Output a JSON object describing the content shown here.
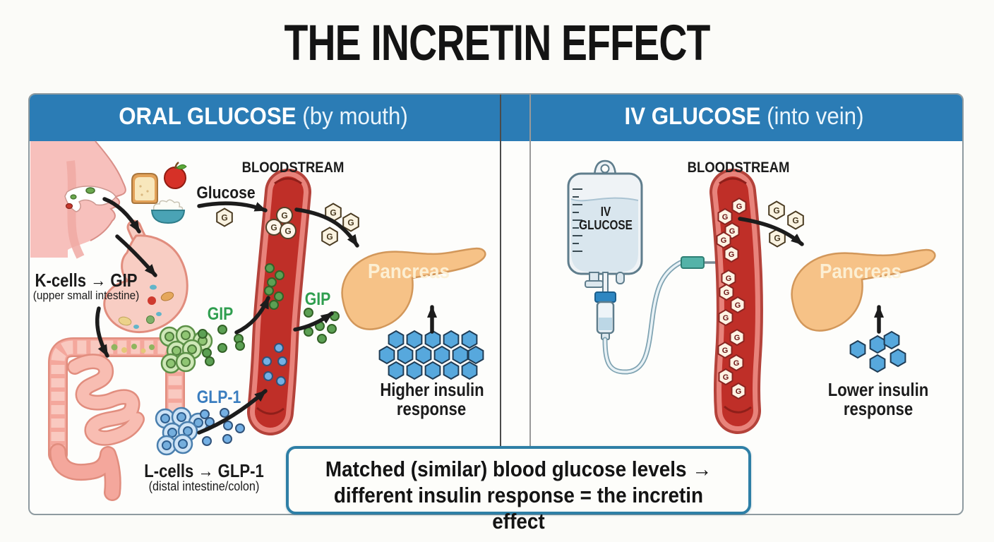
{
  "title": "THE INCRETIN EFFECT",
  "panels": {
    "oral": {
      "header_bold": "ORAL GLUCOSE",
      "header_note": "(by mouth)",
      "bloodstream": "BLOODSTREAM",
      "glucose": "Glucose",
      "kcells": "K-cells → GIP",
      "kcells_note": "(upper small intestine)",
      "gip": "GIP",
      "glp1": "GLP-1",
      "lcells": "L-cells → GLP-1",
      "lcells_note": "(distal intestine/colon)",
      "pancreas": "Pancreas",
      "insulin_line1": "Higher insulin",
      "insulin_line2": "response"
    },
    "iv": {
      "header_bold": "IV GLUCOSE",
      "header_note": "(into vein)",
      "bloodstream": "BLOODSTREAM",
      "bag_line1": "IV",
      "bag_line2": "GLUCOSE",
      "pancreas": "Pancreas",
      "insulin_line1": "Lower insulin",
      "insulin_line2": "response"
    }
  },
  "conclusion": {
    "line1": "Matched (similar) blood glucose levels →",
    "line2": "different insulin response = the incretin effect"
  },
  "glyphs": {
    "glucose_letter": "G"
  },
  "colors": {
    "header_blue": "#2b7cb5",
    "vessel_red": "#bf2f28",
    "pancreas_orange": "#f6c287",
    "insulin_blue": "#57a8dd",
    "gip_green": "#2f9e4f",
    "glp1_blue": "#3a7dbf",
    "conclusion_border": "#2e7fa6"
  }
}
